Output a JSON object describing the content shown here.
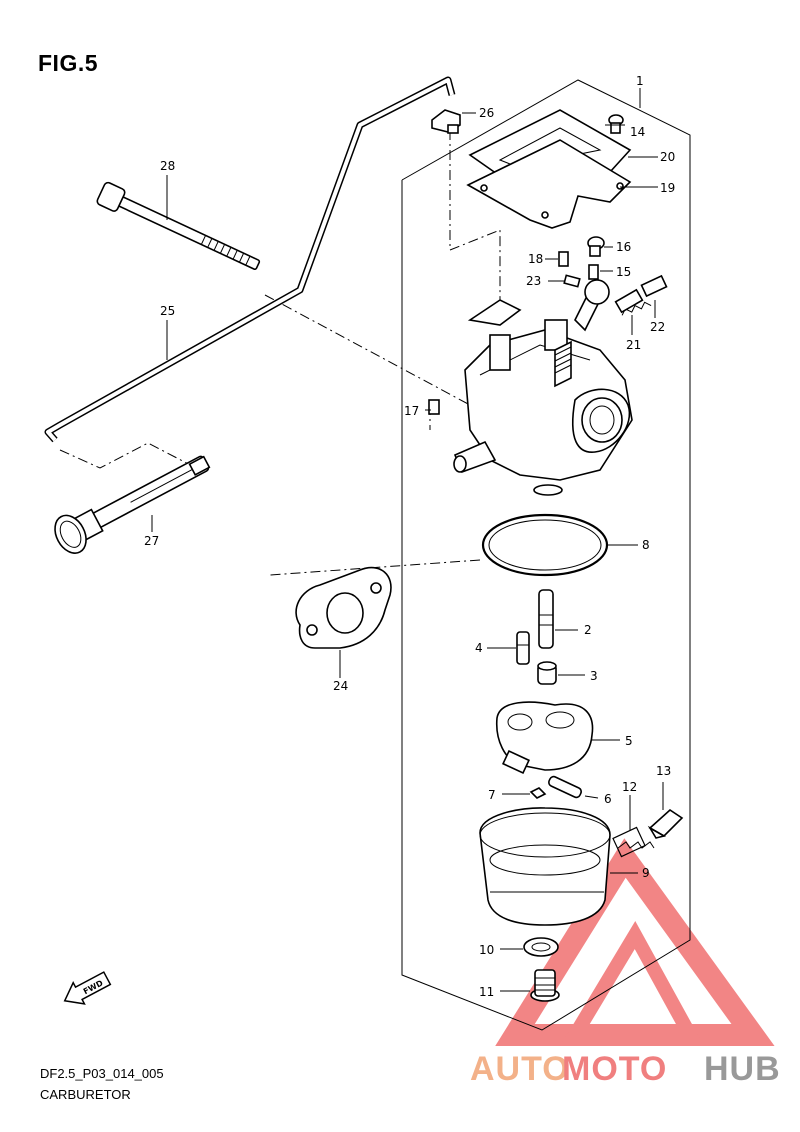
{
  "figure": {
    "title": "FIG.5",
    "code": "DF2.5_P03_014_005",
    "caption": "CARBURETOR"
  },
  "fwd_label": "FWD",
  "watermark": {
    "part1": "AUTO",
    "part2": "MOTO",
    "part3": "HUB",
    "colors": {
      "auto": "#f3b189",
      "moto": "#f07f7f",
      "hub": "#999999",
      "triangle": "#f07070"
    }
  },
  "callouts": {
    "c1": "1",
    "c2": "2",
    "c3": "3",
    "c4": "4",
    "c5": "5",
    "c6": "6",
    "c7": "7",
    "c8": "8",
    "c9": "9",
    "c10": "10",
    "c11": "11",
    "c12": "12",
    "c13": "13",
    "c14": "14",
    "c15": "15",
    "c16": "16",
    "c17": "17",
    "c18": "18",
    "c19": "19",
    "c20": "20",
    "c21": "21",
    "c22": "22",
    "c23": "23",
    "c24": "24",
    "c25": "25",
    "c26": "26",
    "c27": "27",
    "c28": "28"
  }
}
